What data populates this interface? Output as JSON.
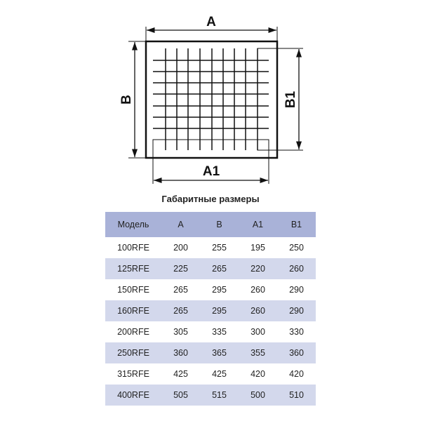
{
  "diagram": {
    "labels": {
      "a": "A",
      "b": "B",
      "a1": "A1",
      "b1": "B1"
    }
  },
  "table": {
    "title": "Габаритные размеры",
    "columns": [
      "Модель",
      "A",
      "B",
      "A1",
      "B1"
    ],
    "rows": [
      [
        "100RFE",
        "200",
        "255",
        "195",
        "250"
      ],
      [
        "125RFE",
        "225",
        "265",
        "220",
        "260"
      ],
      [
        "150RFE",
        "265",
        "295",
        "260",
        "290"
      ],
      [
        "160RFE",
        "265",
        "295",
        "260",
        "290"
      ],
      [
        "200RFE",
        "305",
        "335",
        "300",
        "330"
      ],
      [
        "250RFE",
        "360",
        "365",
        "355",
        "360"
      ],
      [
        "315RFE",
        "425",
        "425",
        "420",
        "420"
      ],
      [
        "400RFE",
        "505",
        "515",
        "500",
        "510"
      ]
    ]
  },
  "colors": {
    "header": "#a9b2d8",
    "alt_row": "#d3d8ec"
  }
}
